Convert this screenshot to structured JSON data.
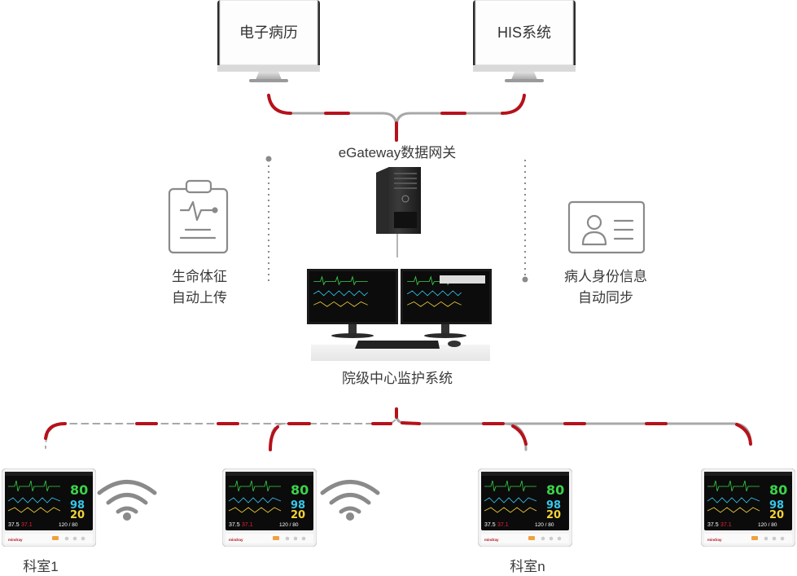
{
  "systems": {
    "emr_label": "电子病历",
    "his_label": "HIS系统"
  },
  "gateway": {
    "label": "eGateway数据网关"
  },
  "side_notes": {
    "left_line1": "生命体征",
    "left_line2": "自动上传",
    "right_line1": "病人身份信息",
    "right_line2": "自动同步"
  },
  "central_station": {
    "label": "院级中心监护系统"
  },
  "departments": {
    "first": "科室1",
    "nth": "科室n"
  },
  "monitor_readings": {
    "hr": "80",
    "spo2": "98",
    "resp": "20",
    "temp": "37.5",
    "temp2": "37.1",
    "nibp": "120 / 80",
    "brand": "mindray"
  },
  "colors": {
    "cable_red": "#b5121b",
    "cable_gray": "#a8a8a8",
    "icon_gray": "#8a8a8a",
    "vital_green": "#3ad24a",
    "vital_cyan": "#36c7ea",
    "vital_yellow": "#f2d23a"
  },
  "icons": [
    "clipboard-vitals-icon",
    "id-card-icon",
    "wifi-icon",
    "tower-server-icon",
    "dual-monitor-workstation-icon",
    "patient-monitor-icon",
    "desktop-monitor-icon"
  ]
}
